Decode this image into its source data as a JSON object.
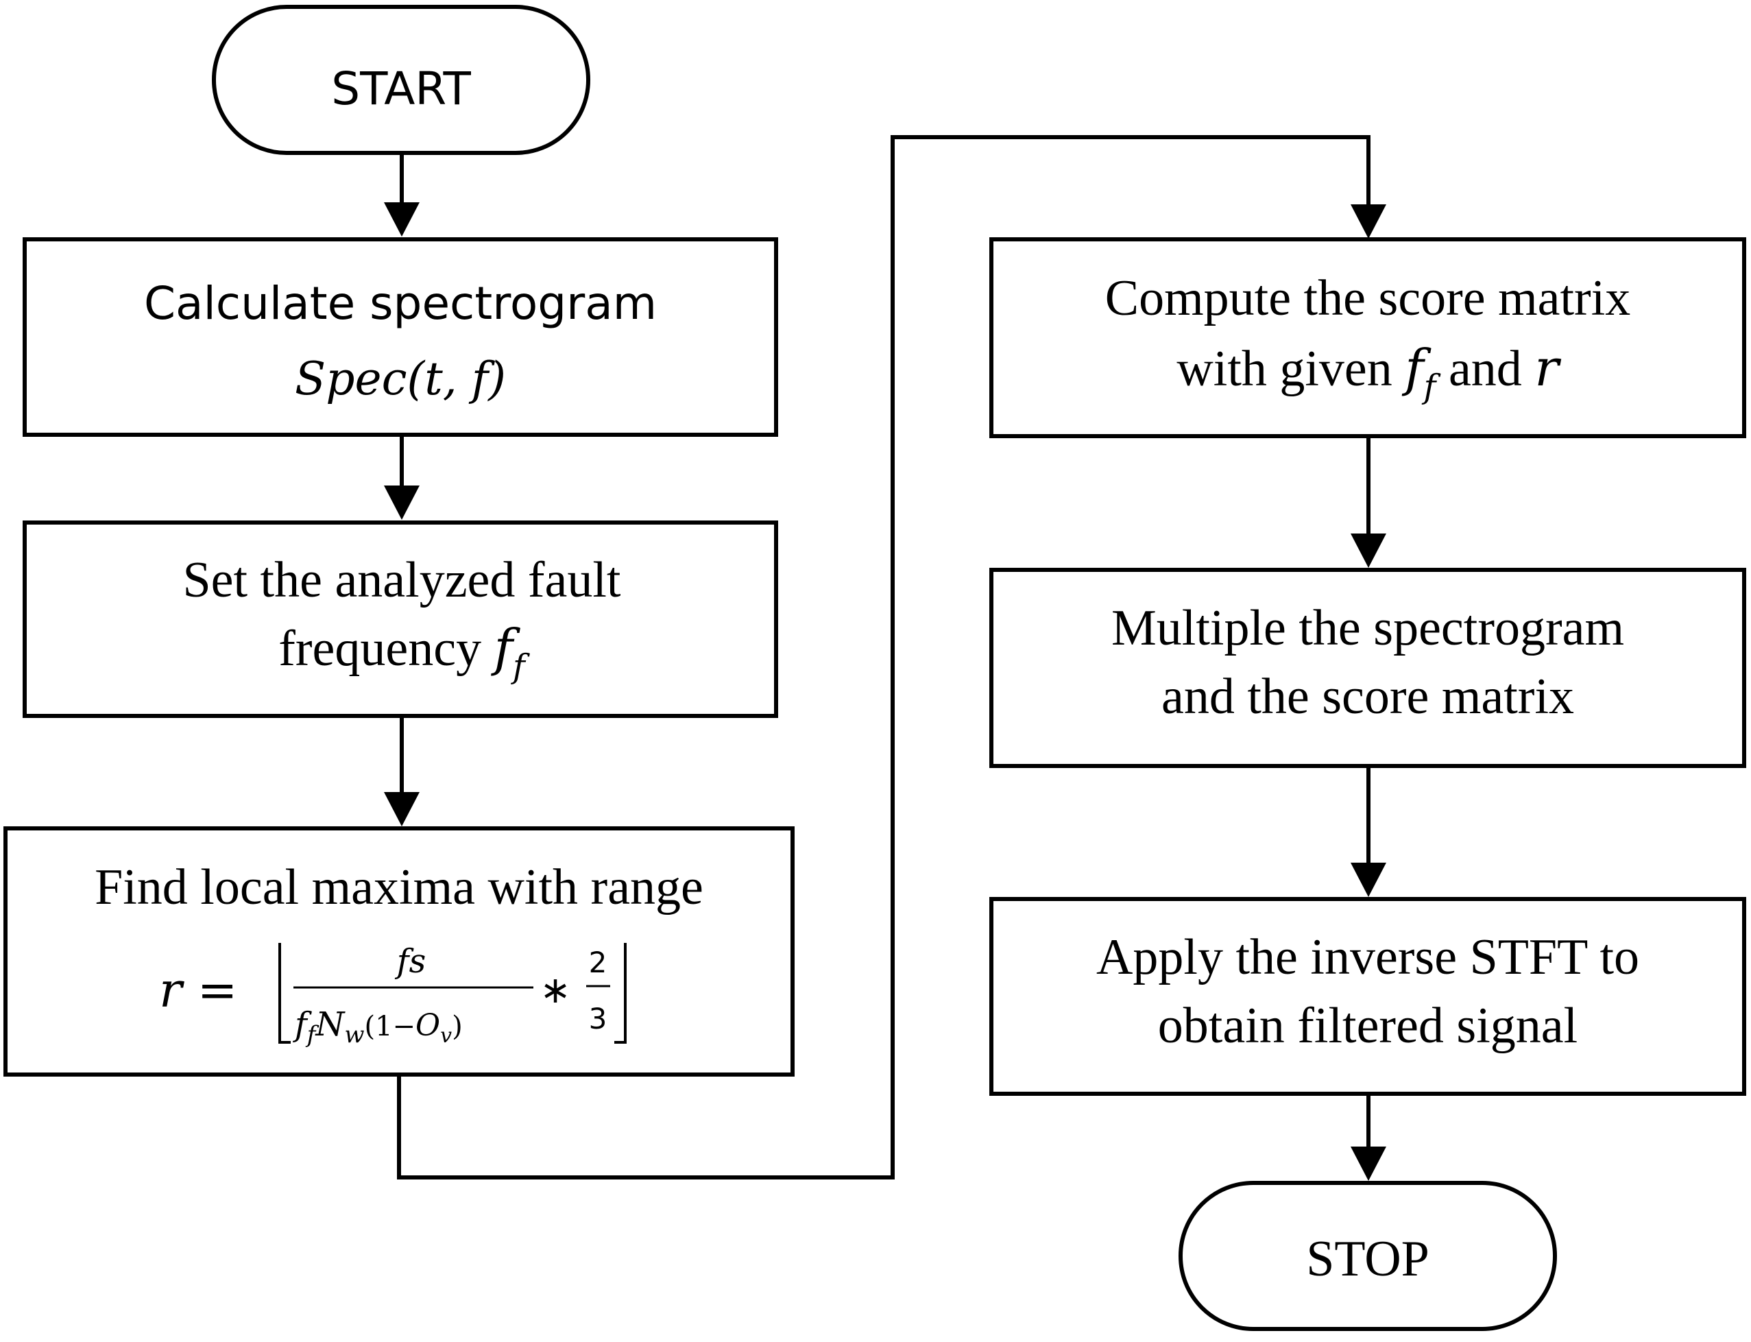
{
  "colors": {
    "stroke": "#000000",
    "fill": "#ffffff",
    "text": "#000000"
  },
  "nodes": {
    "start": {
      "label": "START"
    },
    "stop": {
      "label": "STOP"
    },
    "spectrogram": {
      "line1": "Calculate spectrogram",
      "formula": "Spec(t, f)"
    },
    "fault_freq": {
      "line1": "Set the analyzed fault",
      "line2_text": "frequency ",
      "symbol_base": "f",
      "symbol_sub": "f"
    },
    "local_maxima": {
      "line1": "Find local maxima with range",
      "formula_lhs": "r =",
      "numerator": "fs",
      "den_f": "f",
      "den_f_sub": "f",
      "den_N": "N",
      "den_N_sub": "w",
      "den_open": "(1−",
      "den_O": "O",
      "den_O_sub": "v",
      "den_close": ")",
      "times": "∗",
      "frac2_num": "2",
      "frac2_den": "3"
    },
    "score_matrix": {
      "line1": "Compute the score matrix",
      "line2_prefix": "with given ",
      "symbol_base": "f",
      "symbol_sub": "f",
      "line2_mid": " and ",
      "line2_r": "r"
    },
    "multiply": {
      "line1": "Multiple the spectrogram",
      "line2": "and the score matrix"
    },
    "inverse": {
      "line1": "Apply the inverse STFT to",
      "line2": "obtain filtered signal"
    }
  }
}
